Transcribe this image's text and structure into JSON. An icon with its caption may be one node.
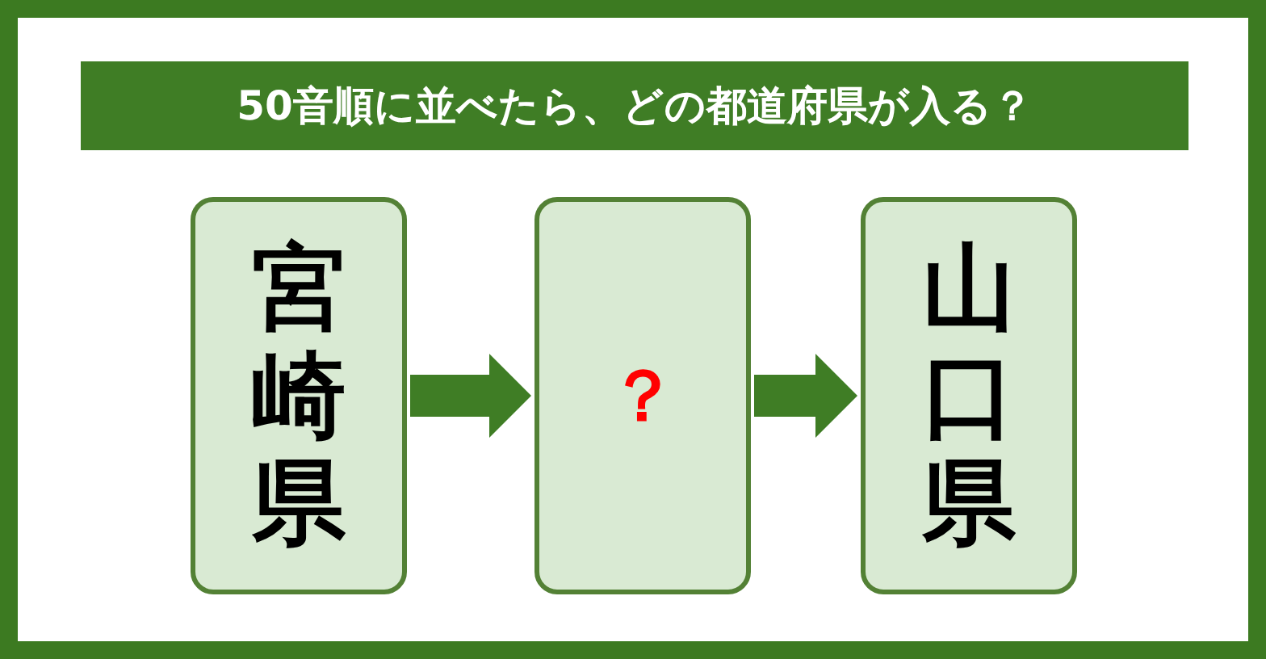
{
  "diagram": {
    "title": "50音順に並べたら、どの都道府県が入る？",
    "nodes": [
      {
        "text": [
          "宮崎県"
        ]
      },
      {
        "text": [
          "？"
        ]
      },
      {
        "text": [
          "山口県"
        ]
      }
    ],
    "edges": [
      {
        "from": 0,
        "to": 1,
        "arrow": "to"
      },
      {
        "from": 1,
        "to": 2,
        "arrow": "to"
      }
    ]
  }
}
